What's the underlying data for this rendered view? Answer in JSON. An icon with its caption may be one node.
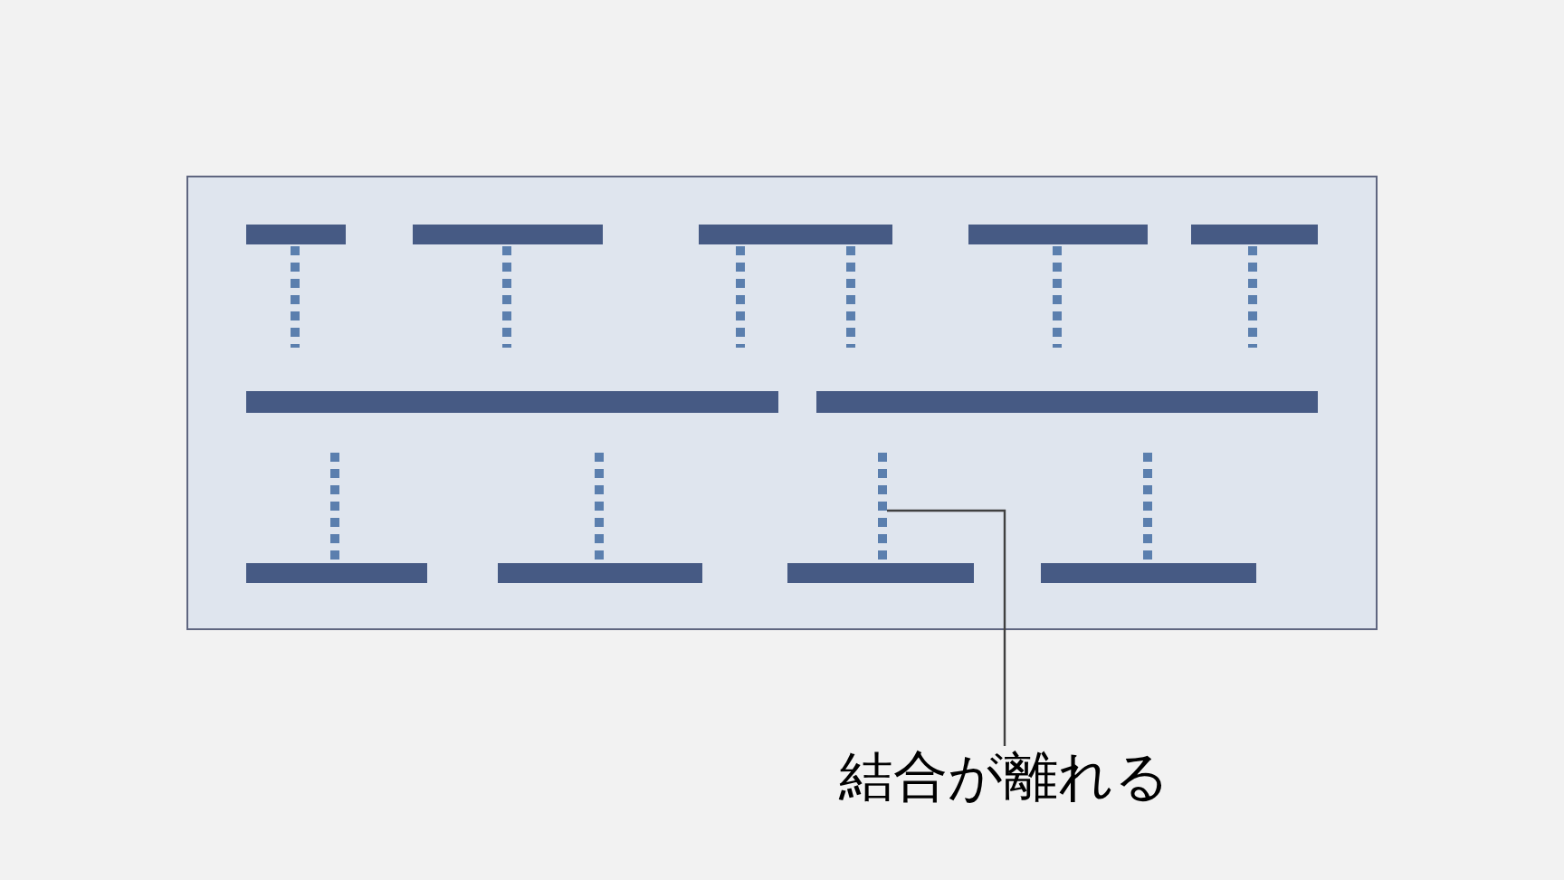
{
  "diagram": {
    "nodes": [
      {
        "text": [
          "結合が離れる"
        ]
      },
      {
        "text": [],
        "shape": "line"
      }
    ],
    "edges": [
      {
        "from": 0,
        "to": 1,
        "arrow": "none"
      }
    ]
  }
}
